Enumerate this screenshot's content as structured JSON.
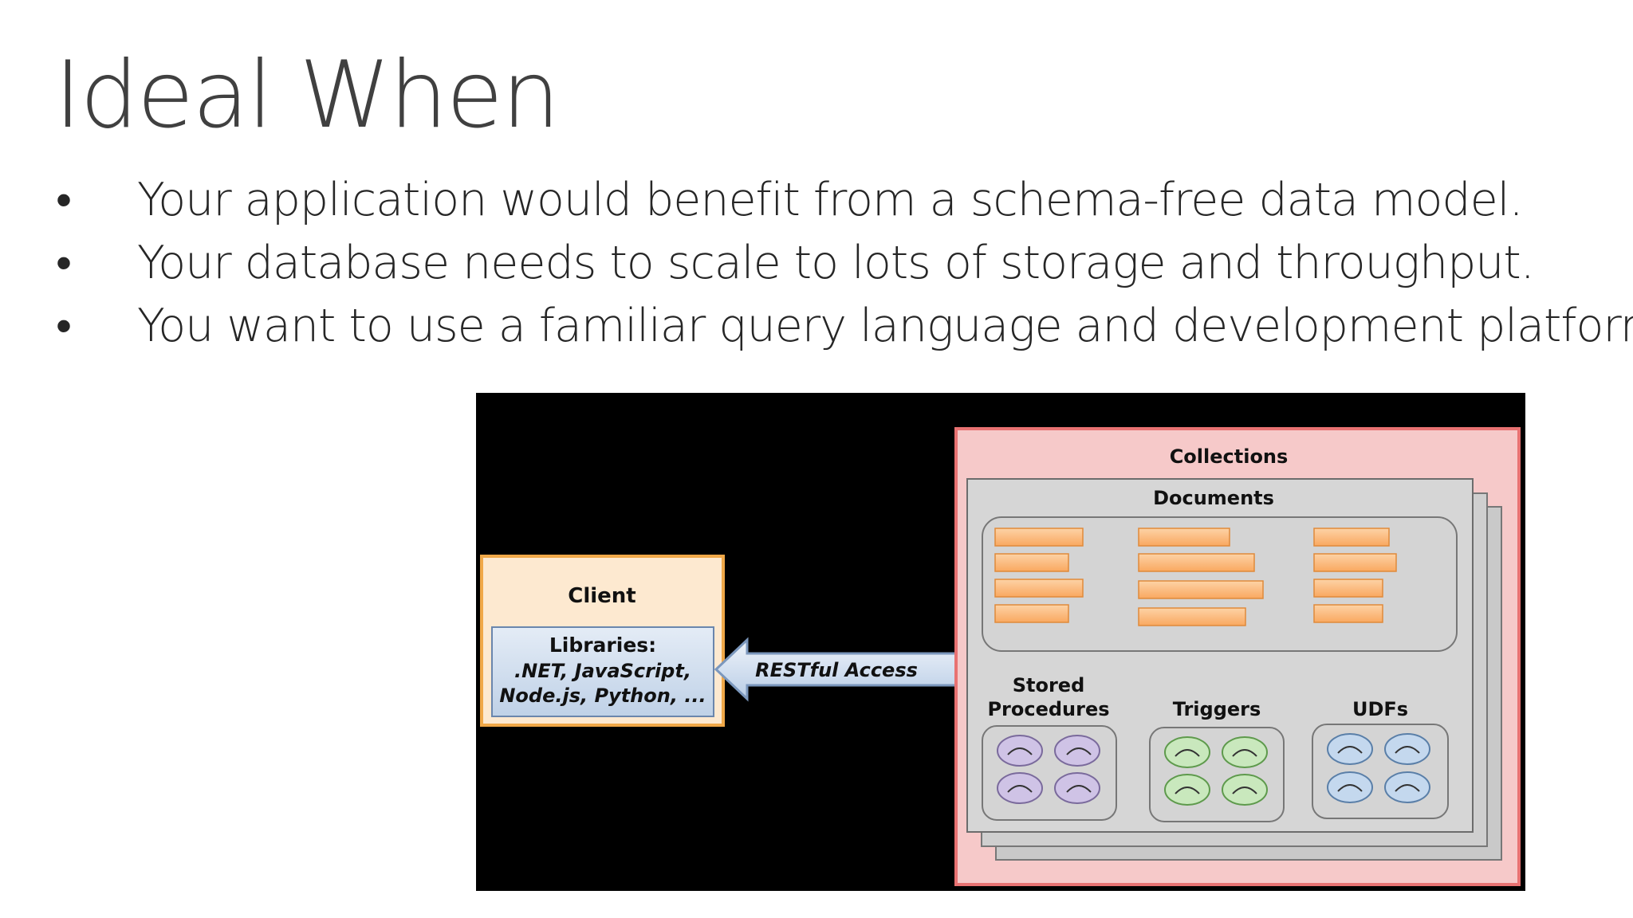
{
  "slide": {
    "title": "Ideal When",
    "bullet_symbol": "•",
    "bullets": [
      "Your application would benefit from a schema-free data model.",
      "Your database needs to scale to lots of storage and throughput.",
      "You want to use a familiar query language and development platform"
    ]
  },
  "diagram": {
    "client": {
      "title": "Client",
      "libraries_line1": "Libraries:",
      "libraries_line2": ".NET, JavaScript,",
      "libraries_line3": "Node.js, Python, ..."
    },
    "arrow_label": "RESTful Access",
    "collections_title": "Collections",
    "documents_title": "Documents",
    "stored_procedures_line1": "Stored",
    "stored_procedures_line2": "Procedures",
    "triggers_title": "Triggers",
    "udfs_title": "UDFs",
    "colors": {
      "background": "#000000",
      "client_fill": "#fde9d0",
      "client_border": "#f0a848",
      "library_fill": "#cfdceb",
      "arrow_fill": "#d8e4f2",
      "collections_fill": "#f6c9c9",
      "collections_border": "#e87272",
      "document_bar": "#fbbd7c",
      "stored_procedure_icon": "#cfc3e6",
      "trigger_icon": "#c9e8bd",
      "udf_icon": "#c4d8ee"
    }
  }
}
